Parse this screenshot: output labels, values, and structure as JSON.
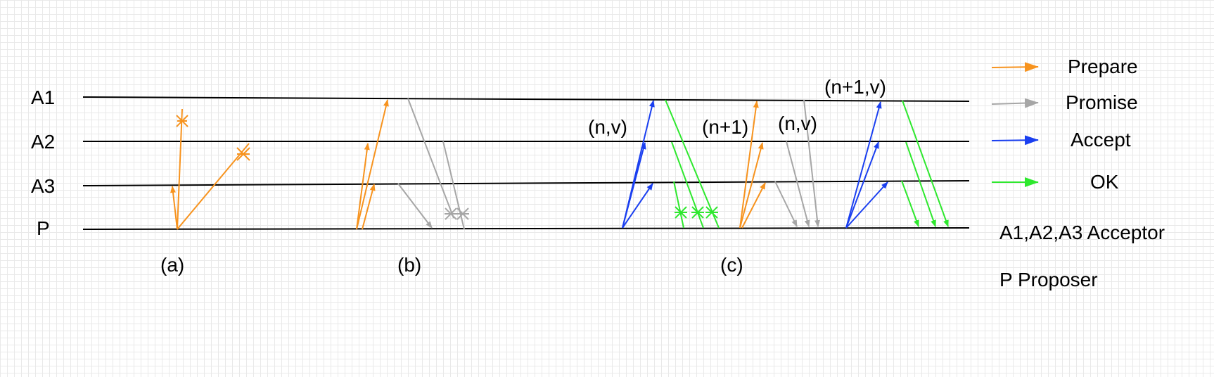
{
  "rows": [
    {
      "id": "A1",
      "label": "A1"
    },
    {
      "id": "A2",
      "label": "A2"
    },
    {
      "id": "A3",
      "label": "A3"
    },
    {
      "id": "P",
      "label": "P"
    }
  ],
  "panels": [
    {
      "id": "a",
      "label": "(a)"
    },
    {
      "id": "b",
      "label": "(b)"
    },
    {
      "id": "c",
      "label": "(c)"
    }
  ],
  "annotations": [
    {
      "id": "nv-1",
      "text": "(n,v)"
    },
    {
      "id": "n1",
      "text": "(n+1)"
    },
    {
      "id": "nv-2",
      "text": "(n,v)"
    },
    {
      "id": "n1v",
      "text": "(n+1,v)"
    }
  ],
  "legend": {
    "items": [
      {
        "id": "prepare",
        "label": "Prepare",
        "color": "#f7931e"
      },
      {
        "id": "promise",
        "label": "Promise",
        "color": "#a6a6a6"
      },
      {
        "id": "accept",
        "label": "Accept",
        "color": "#1a3ff0"
      },
      {
        "id": "ok",
        "label": "OK",
        "color": "#2ee82e"
      }
    ],
    "notes": [
      {
        "id": "acceptor",
        "text": "A1,A2,A3  Acceptor"
      },
      {
        "id": "proposer",
        "text": "P Proposer"
      }
    ]
  }
}
